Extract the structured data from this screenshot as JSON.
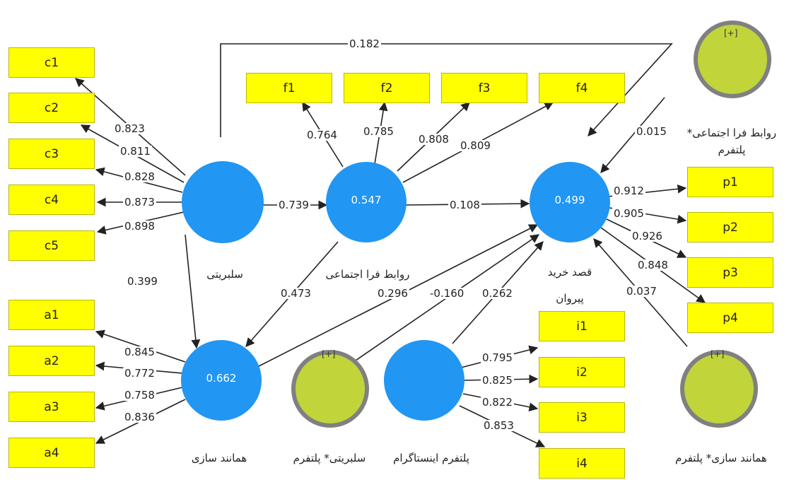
{
  "colors": {
    "latent": "#2196f3",
    "moderator": "#c1d43a",
    "moderator_border": "#808080",
    "indicator": "#ffff00",
    "arrow": "#222222"
  },
  "indicators": {
    "c": [
      "c1",
      "c2",
      "c3",
      "c4",
      "c5"
    ],
    "f": [
      "f1",
      "f2",
      "f3",
      "f4"
    ],
    "p": [
      "p1",
      "p2",
      "p3",
      "p4"
    ],
    "a": [
      "a1",
      "a2",
      "a3",
      "a4"
    ],
    "i": [
      "i1",
      "i2",
      "i3",
      "i4"
    ]
  },
  "constructs": {
    "celebrity": {
      "label": "سلبریتی"
    },
    "parasocial": {
      "label": "روابط فرا اجتماعی",
      "r2": "0.547"
    },
    "purchase": {
      "label_line1": "قصد خرید",
      "label_line2": "پیروان",
      "r2": "0.499"
    },
    "identification": {
      "label": "همانند سازی",
      "r2": "0.662"
    },
    "platform": {
      "label": "پلتفرم اینستاگرام"
    },
    "mod_celebrity": {
      "label": "سلبریتی* پلتفرم",
      "marker": "[+]"
    },
    "mod_parasocial": {
      "label_line1": "روابط فرا اجتماعی*",
      "label_line2": "پلتفرم",
      "marker": "[+]"
    },
    "mod_identification": {
      "label": "همانند سازی* پلتفرم",
      "marker": "[+]"
    }
  },
  "loadings": {
    "c": [
      "0.823",
      "0.811",
      "0.828",
      "0.873",
      "0.898"
    ],
    "f": [
      "0.764",
      "0.785",
      "0.808",
      "0.809"
    ],
    "p": [
      "0.912",
      "0.905",
      "0.926",
      "0.848"
    ],
    "a": [
      "0.845",
      "0.772",
      "0.758",
      "0.836"
    ],
    "i": [
      "0.795",
      "0.825",
      "0.822",
      "0.853"
    ]
  },
  "paths": {
    "celebrity_to_purchase": "0.182",
    "celebrity_to_parasocial": "0.739",
    "parasocial_to_purchase": "0.108",
    "celebrity_to_identification": "0.399",
    "parasocial_to_identification": "0.473",
    "identification_to_purchase": "0.296",
    "mod_celebrity_to_purchase": "-0.160",
    "platform_to_purchase": "0.262",
    "mod_parasocial_to_purchase": "0.015",
    "mod_identification_to_purchase": "0.037"
  }
}
